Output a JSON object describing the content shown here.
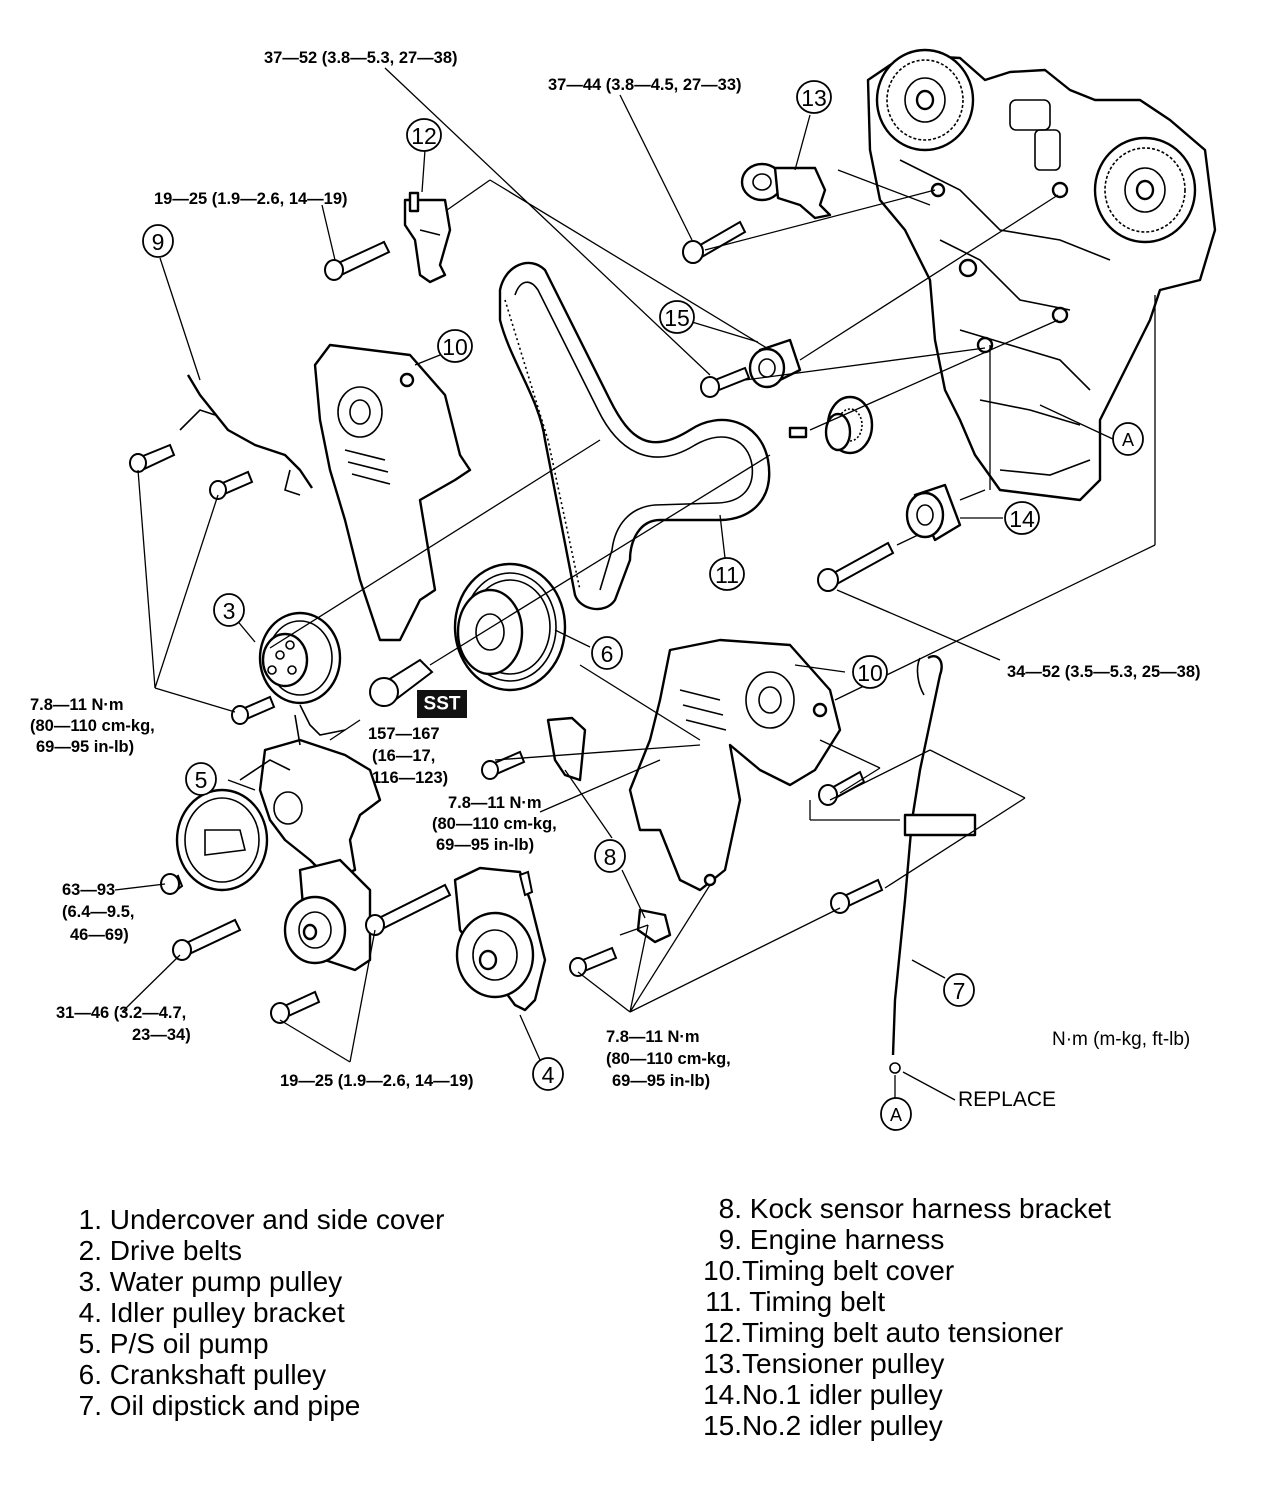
{
  "callouts": {
    "c3": "3",
    "c4": "4",
    "c5": "5",
    "c6": "6",
    "c7": "7",
    "c8": "8",
    "c9": "9",
    "c10a": "10",
    "c10b": "10",
    "c11": "11",
    "c12": "12",
    "c13": "13",
    "c14": "14",
    "c15": "15",
    "ca1": "A",
    "ca2": "A"
  },
  "torque": {
    "t_top": "37—52 (3.8—5.3, 27—38)",
    "t_tensioner": "37—44 (3.8—4.5, 27—33)",
    "t_autotens": "19—25 (1.9—2.6, 14—19)",
    "t_left_1": "7.8—11 N·m",
    "t_left_2": "(80—110 cm-kg,",
    "t_left_3": "69—95 in-lb)",
    "t_crank_1": "157—167",
    "t_crank_2": "(16—17,",
    "t_crank_3": "116—123)",
    "t_mid_1": "7.8—11 N·m",
    "t_mid_2": "(80—110 cm-kg,",
    "t_mid_3": "69—95 in-lb)",
    "t_ps_1": "63—93",
    "t_ps_2": "(6.4—9.5,",
    "t_ps_3": "46—69)",
    "t_bracket_1": "31—46 (3.2—4.7,",
    "t_bracket_2": "23—34)",
    "t_bottom": "19—25 (1.9—2.6, 14—19)",
    "t_cover_1": "7.8—11 N·m",
    "t_cover_2": "(80—110 cm-kg,",
    "t_cover_3": "69—95 in-lb)",
    "t_idler": "34—52 (3.5—5.3, 25—38)"
  },
  "labels": {
    "sst": "SST",
    "units": "N·m (m-kg, ft-lb)",
    "replace": "REPLACE"
  },
  "legend": {
    "left": [
      {
        "num": "1.",
        "text": "Undercover and side cover"
      },
      {
        "num": "2.",
        "text": "Drive belts"
      },
      {
        "num": "3.",
        "text": "Water pump pulley"
      },
      {
        "num": "4.",
        "text": "Idler pulley bracket"
      },
      {
        "num": "5.",
        "text": "P/S oil pump"
      },
      {
        "num": "6.",
        "text": "Crankshaft pulley"
      },
      {
        "num": "7.",
        "text": "Oil dipstick and pipe"
      }
    ],
    "right": [
      {
        "num": "8.",
        "text": "Kock sensor harness bracket"
      },
      {
        "num": "9.",
        "text": "Engine harness"
      },
      {
        "num": "10.",
        "text": "Timing belt cover"
      },
      {
        "num": "11.",
        "text": "Timing belt"
      },
      {
        "num": "12.",
        "text": "Timing belt auto tensioner"
      },
      {
        "num": "13.",
        "text": "Tensioner pulley"
      },
      {
        "num": "14.",
        "text": "No.1 idler pulley"
      },
      {
        "num": "15.",
        "text": "No.2 idler pulley"
      }
    ]
  }
}
